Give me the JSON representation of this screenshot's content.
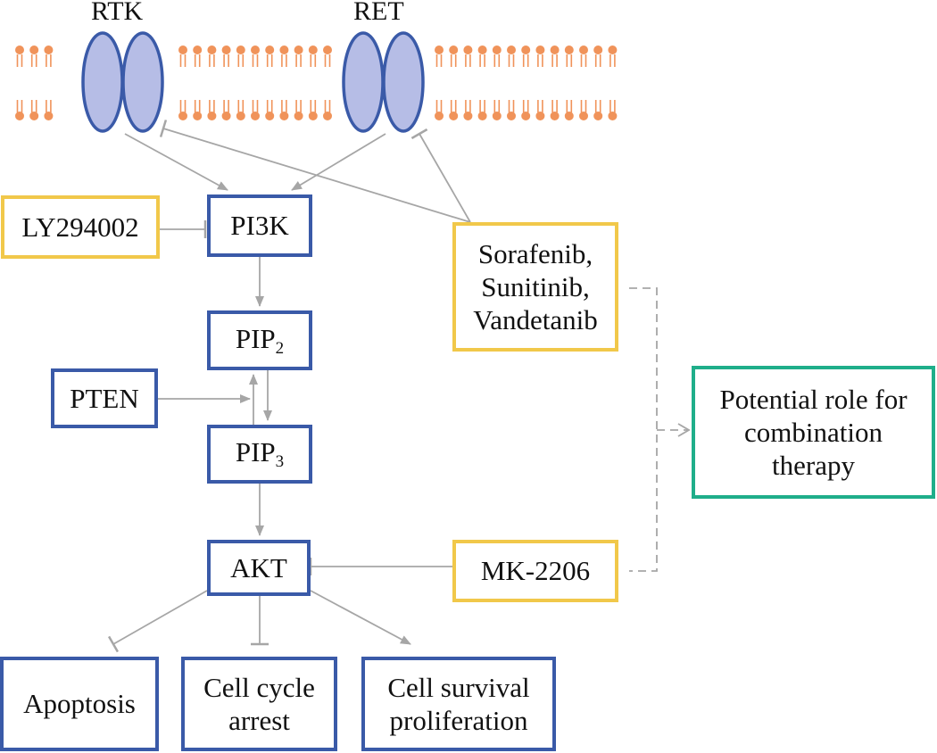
{
  "receptors": {
    "rtk": "RTK",
    "ret": "RET"
  },
  "nodes": {
    "ly294002": "LY294002",
    "pi3k": "PI3K",
    "pip2": {
      "base": "PIP",
      "sub": "2"
    },
    "pten": "PTEN",
    "pip3": {
      "base": "PIP",
      "sub": "3"
    },
    "akt": "AKT",
    "sorafenib": "Sorafenib,\nSunitinib,\nVandetanib",
    "mk2206": "MK-2206",
    "potential": "Potential role for\ncombination\ntherapy",
    "apoptosis": "Apoptosis",
    "cell_cycle": "Cell cycle\narrest",
    "cell_survival": "Cell survival\nproliferation"
  },
  "colors": {
    "pathway_box": "#3a5aa8",
    "inhibitor_box": "#f1c84a",
    "combination_box": "#1fae8a",
    "receptor_fill": "#b6bde6",
    "receptor_stroke": "#3a5aa8",
    "lipid": "#f0935a",
    "arrow": "#a6a6a6"
  }
}
